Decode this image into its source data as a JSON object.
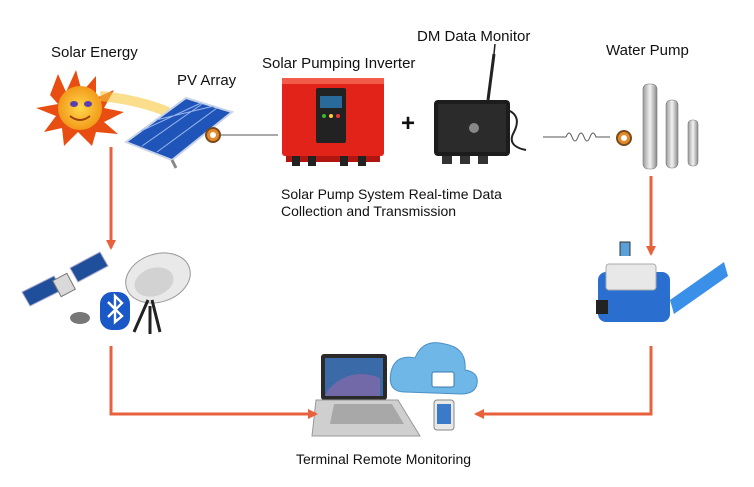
{
  "labels": {
    "solar_energy": "Solar Energy",
    "pv_array": "PV Array",
    "inverter": "Solar Pumping Inverter",
    "data_monitor": "DM Data Monitor",
    "water_pump": "Water Pump",
    "plus": "+",
    "caption_line1": "Solar Pump System Real-time Data",
    "caption_line2": "Collection and Transmission",
    "terminal": "Terminal Remote Monitoring"
  },
  "colors": {
    "arrow": "#e8603c",
    "inverter_red": "#e2231a",
    "monitor_black": "#1c1c1c",
    "panel_blue": "#2f6fd6",
    "sun_orange": "#f28a1a",
    "cloud_blue": "#6fb7e6"
  },
  "icons": [
    "sun-icon",
    "pv-panel-icon",
    "inverter-icon",
    "data-monitor-icon",
    "antenna-icon",
    "water-pump-icon",
    "satellite-icon",
    "bluetooth-icon",
    "dish-icon",
    "water-meter-icon",
    "laptop-icon",
    "cloud-icon",
    "phone-icon"
  ]
}
